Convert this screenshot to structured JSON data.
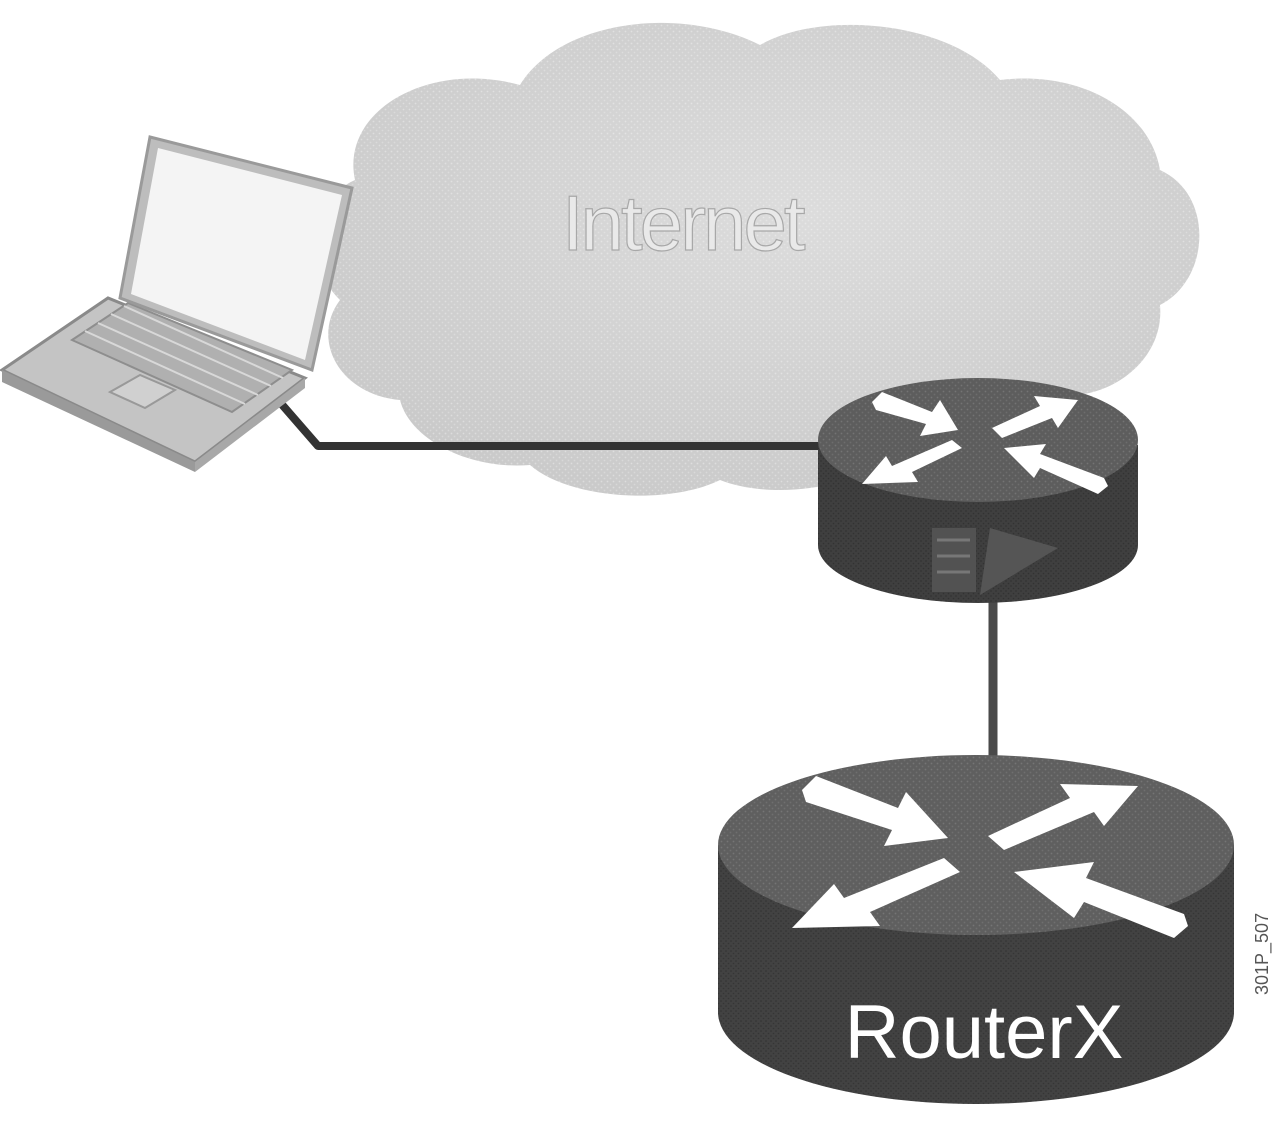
{
  "diagram": {
    "cloud": {
      "label": "Internet"
    },
    "devices": {
      "laptop": {},
      "edge_router": {},
      "router_x": {
        "label": "RouterX"
      }
    },
    "figure_id": "301P_507"
  },
  "colors": {
    "cloud_fill": "#d2d2d2",
    "router_top": "#5c5c5c",
    "router_side": "#3c3c3c",
    "cable": "#3a3a3a",
    "laptop_body": "#c8c8c8"
  }
}
